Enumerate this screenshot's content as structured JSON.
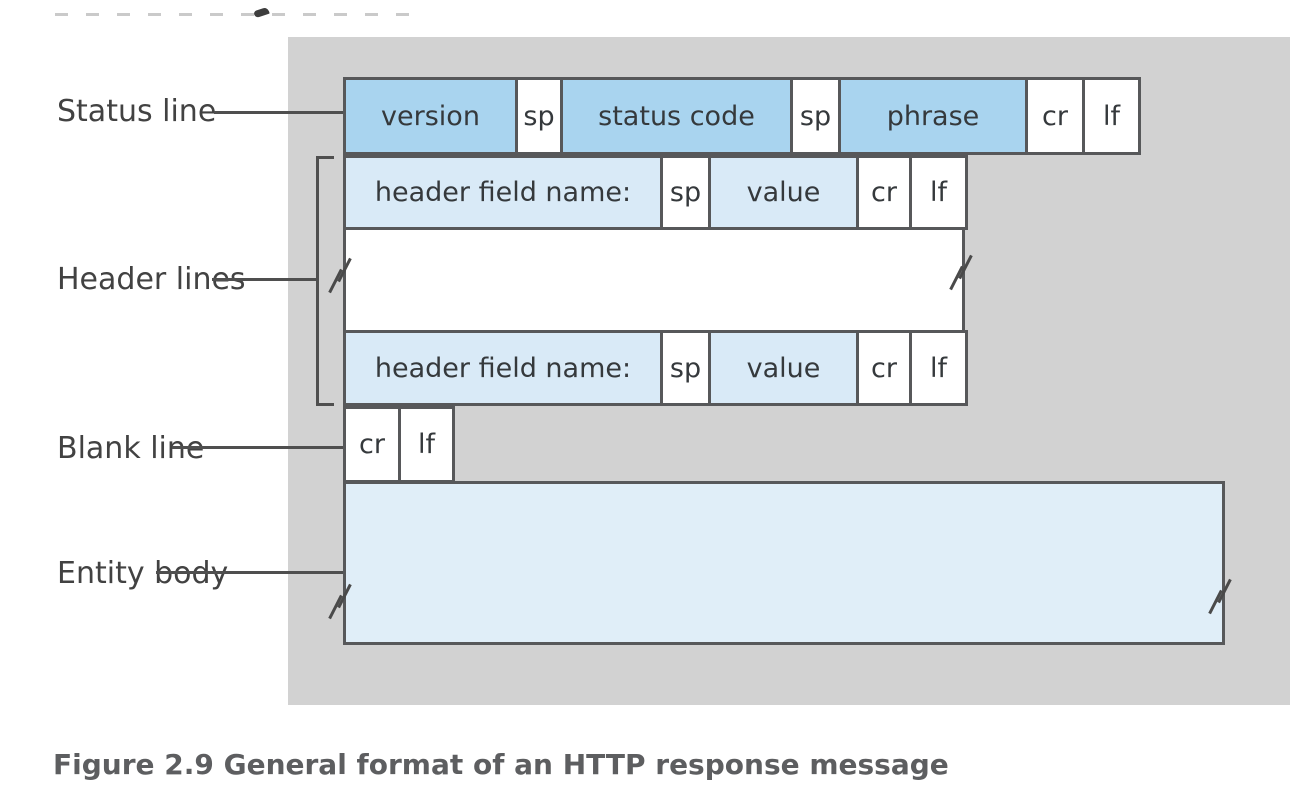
{
  "figure": {
    "caption": "Figure 2.9 General format of an HTTP response message"
  },
  "labels": {
    "status_line": "Status line",
    "header_lines": "Header lines",
    "blank_line": "Blank line",
    "entity_body": "Entity body"
  },
  "rows": {
    "status": {
      "cells": [
        {
          "label": "version"
        },
        {
          "label": "sp"
        },
        {
          "label": "status code"
        },
        {
          "label": "sp"
        },
        {
          "label": "phrase"
        },
        {
          "label": "cr"
        },
        {
          "label": "lf"
        }
      ]
    },
    "header": {
      "cells": [
        {
          "label": "header field name:"
        },
        {
          "label": "sp"
        },
        {
          "label": "value"
        },
        {
          "label": "cr"
        },
        {
          "label": "lf"
        }
      ]
    },
    "blank": {
      "cells": [
        {
          "label": "cr"
        },
        {
          "label": "lf"
        }
      ]
    }
  },
  "colors": {
    "panel_background": "#d2d2d2",
    "status_cell_blue": "#a9d4ef",
    "header_cell_blue": "#d9eaf7",
    "entity_body_blue": "#e0eef8",
    "cell_white": "#ffffff",
    "border": "#57585a"
  }
}
